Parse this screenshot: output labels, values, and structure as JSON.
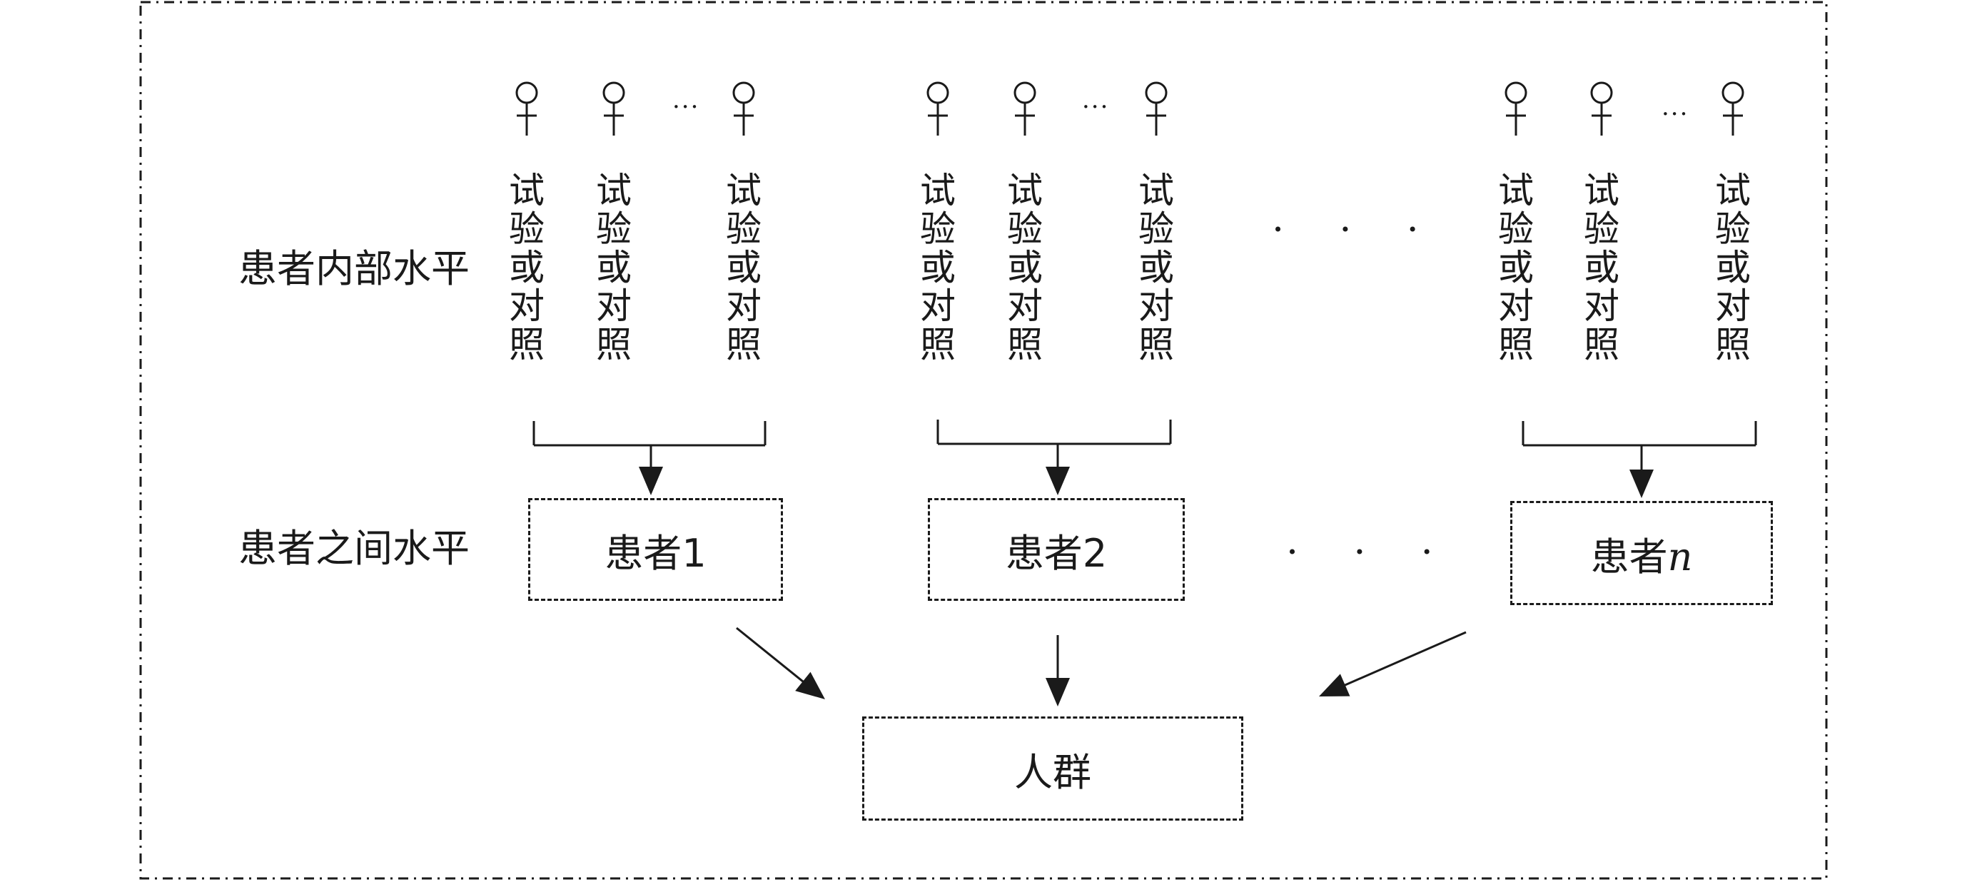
{
  "levels": {
    "within": "患者内部水平",
    "between": "患者之间水平"
  },
  "column_text": "试验或对照",
  "small_ellipsis": "···",
  "big_ellipsis": "· · ·",
  "patients": [
    {
      "prefix": "患者",
      "suffix": "1",
      "italic": false
    },
    {
      "prefix": "患者",
      "suffix": "2",
      "italic": false
    },
    {
      "prefix": "患者",
      "suffix": "n",
      "italic": true
    }
  ],
  "population": "人群",
  "icon": "female-symbol-icon"
}
